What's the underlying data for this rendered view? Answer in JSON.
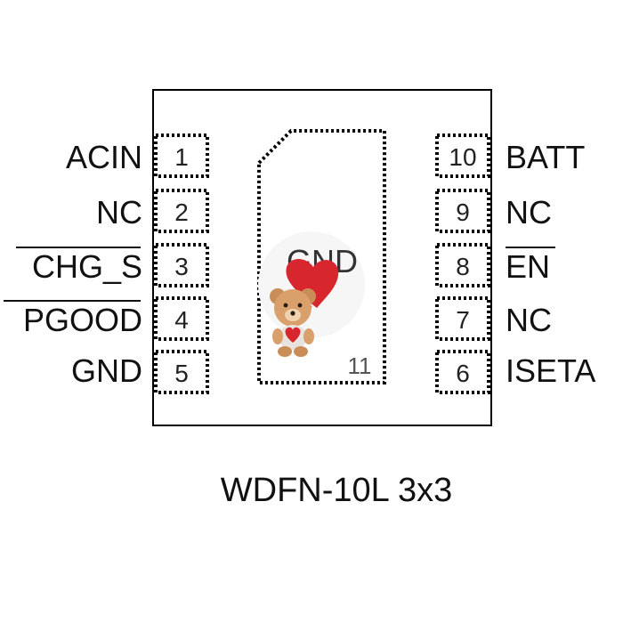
{
  "package_label": "WDFN-10L 3x3",
  "exposed_pad": {
    "label": "GND",
    "number": "11"
  },
  "left_pins": [
    {
      "number": "1",
      "name": "ACIN",
      "overline": false
    },
    {
      "number": "2",
      "name": "NC",
      "overline": false
    },
    {
      "number": "3",
      "name": "CHG_S",
      "overline": true
    },
    {
      "number": "4",
      "name": "PGOOD",
      "overline": true
    },
    {
      "number": "5",
      "name": "GND",
      "overline": false
    }
  ],
  "right_pins": [
    {
      "number": "10",
      "name": "BATT",
      "overline": false
    },
    {
      "number": "9",
      "name": "NC",
      "overline": false
    },
    {
      "number": "8",
      "name": "EN",
      "overline": true
    },
    {
      "number": "7",
      "name": "NC",
      "overline": false
    },
    {
      "number": "6",
      "name": "ISETA",
      "overline": false
    }
  ],
  "colors": {
    "outline": "#000000",
    "bear_body": "#d9a06b",
    "heart": "#d8262e"
  }
}
